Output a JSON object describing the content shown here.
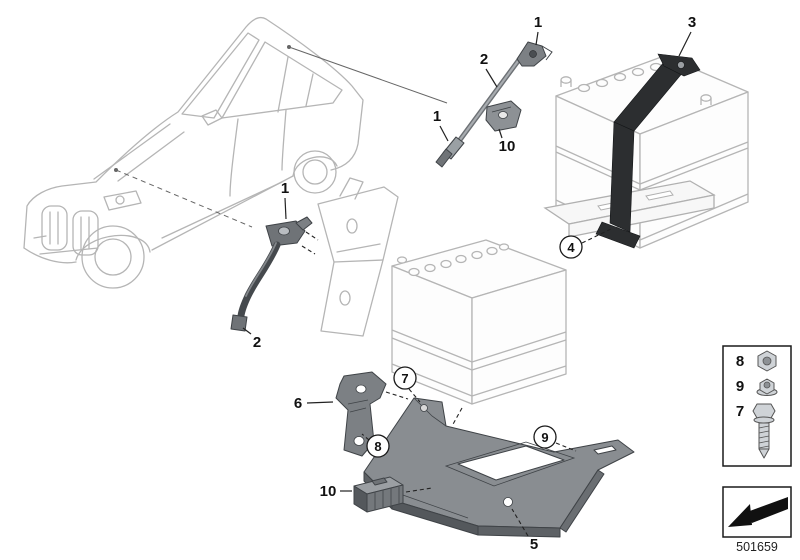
{
  "page": {
    "part_number": "501659",
    "colors": {
      "background": "#ffffff",
      "ghost_line": "#b5b5b5",
      "part_fill": "#7c8084",
      "strap_fill": "#2c2e30",
      "callout_ink": "#111111"
    }
  },
  "callouts": {
    "battery_clamp": {
      "label": "1"
    },
    "tension_rod": {
      "label": "2"
    },
    "battery_strap": {
      "label": "3"
    },
    "rod_pin": {
      "label": "1"
    },
    "rod_bracket": {
      "label": "10"
    },
    "base_rail": {
      "label": "4"
    },
    "cable_terminal": {
      "label": "1"
    },
    "ground_cable": {
      "label": "2"
    },
    "screw": {
      "label": "7"
    },
    "side_bracket": {
      "label": "6"
    },
    "nut_upper": {
      "label": "8"
    },
    "nut_lower": {
      "label": "9"
    },
    "cable_duct": {
      "label": "10"
    },
    "battery_tray": {
      "label": "5"
    }
  },
  "legend": {
    "fasteners": [
      {
        "label": "8",
        "icon": "hex-nut-icon"
      },
      {
        "label": "9",
        "icon": "flange-nut-icon"
      },
      {
        "label": "7",
        "icon": "hex-bolt-icon"
      }
    ],
    "direction": {
      "icon": "direction-arrow-icon"
    }
  }
}
